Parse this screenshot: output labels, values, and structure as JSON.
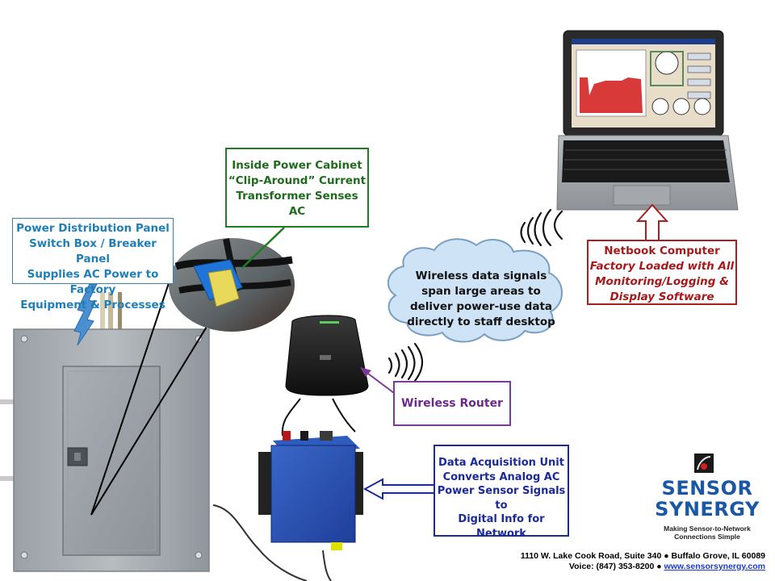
{
  "callouts": {
    "cabinet": {
      "lines": [
        "Inside Power Cabinet",
        "“Clip-Around” Current",
        "Transformer Senses AC"
      ]
    },
    "panel": {
      "lines": [
        "Power Distribution Panel",
        "Switch Box / Breaker Panel",
        "Supplies AC Power to Factory",
        "Equipment & Processes"
      ]
    },
    "router": {
      "label": "Wireless Router"
    },
    "daq": {
      "lines": [
        "Data Acquisition Unit",
        "Converts Analog AC",
        "Power Sensor Signals to",
        "Digital  Info for",
        "Network"
      ]
    },
    "netbook": {
      "title": "Netbook Computer",
      "lines": [
        "Factory Loaded with All",
        "Monitoring/Logging &",
        "Display Software"
      ]
    }
  },
  "cloud": {
    "lines": [
      "Wireless data signals",
      "span large areas to",
      "deliver power-use data",
      "directly to staff desktop"
    ]
  },
  "logo": {
    "brand_line1": "SENSOR",
    "brand_line2": "SYNERGY",
    "tagline": [
      "Making Sensor-to-Network",
      "Connections Simple"
    ]
  },
  "footer": {
    "address": "1110 W. Lake Cook Road, Suite 340 ● Buffalo Grove, IL 60089",
    "voice": "Voice: (847) 353-8200 ● ",
    "website": "www.sensorsynergy.com"
  },
  "colors": {
    "cabinet_border": "#1e7d1e",
    "panel_border": "#3a7fb2",
    "router_border": "#7a3a9a",
    "daq_border": "#1a2a9a",
    "netbook_border": "#a52020",
    "cloud_fill": "#cfe3f7",
    "cloud_stroke": "#7a9ec2",
    "logo_blue": "#1a57a6",
    "daq_blue": "#2a55b8",
    "lightning": "#4a8fd0"
  },
  "icons": {
    "panel": "breaker-panel-icon",
    "router": "wireless-router-icon",
    "daq": "daq-unit-icon",
    "laptop": "netbook-icon",
    "sensor": "current-transformer-icon",
    "lightning": "lightning-bolt-icon",
    "wifi": "wifi-waves-icon",
    "logo": "sensor-synergy-logo-icon"
  }
}
